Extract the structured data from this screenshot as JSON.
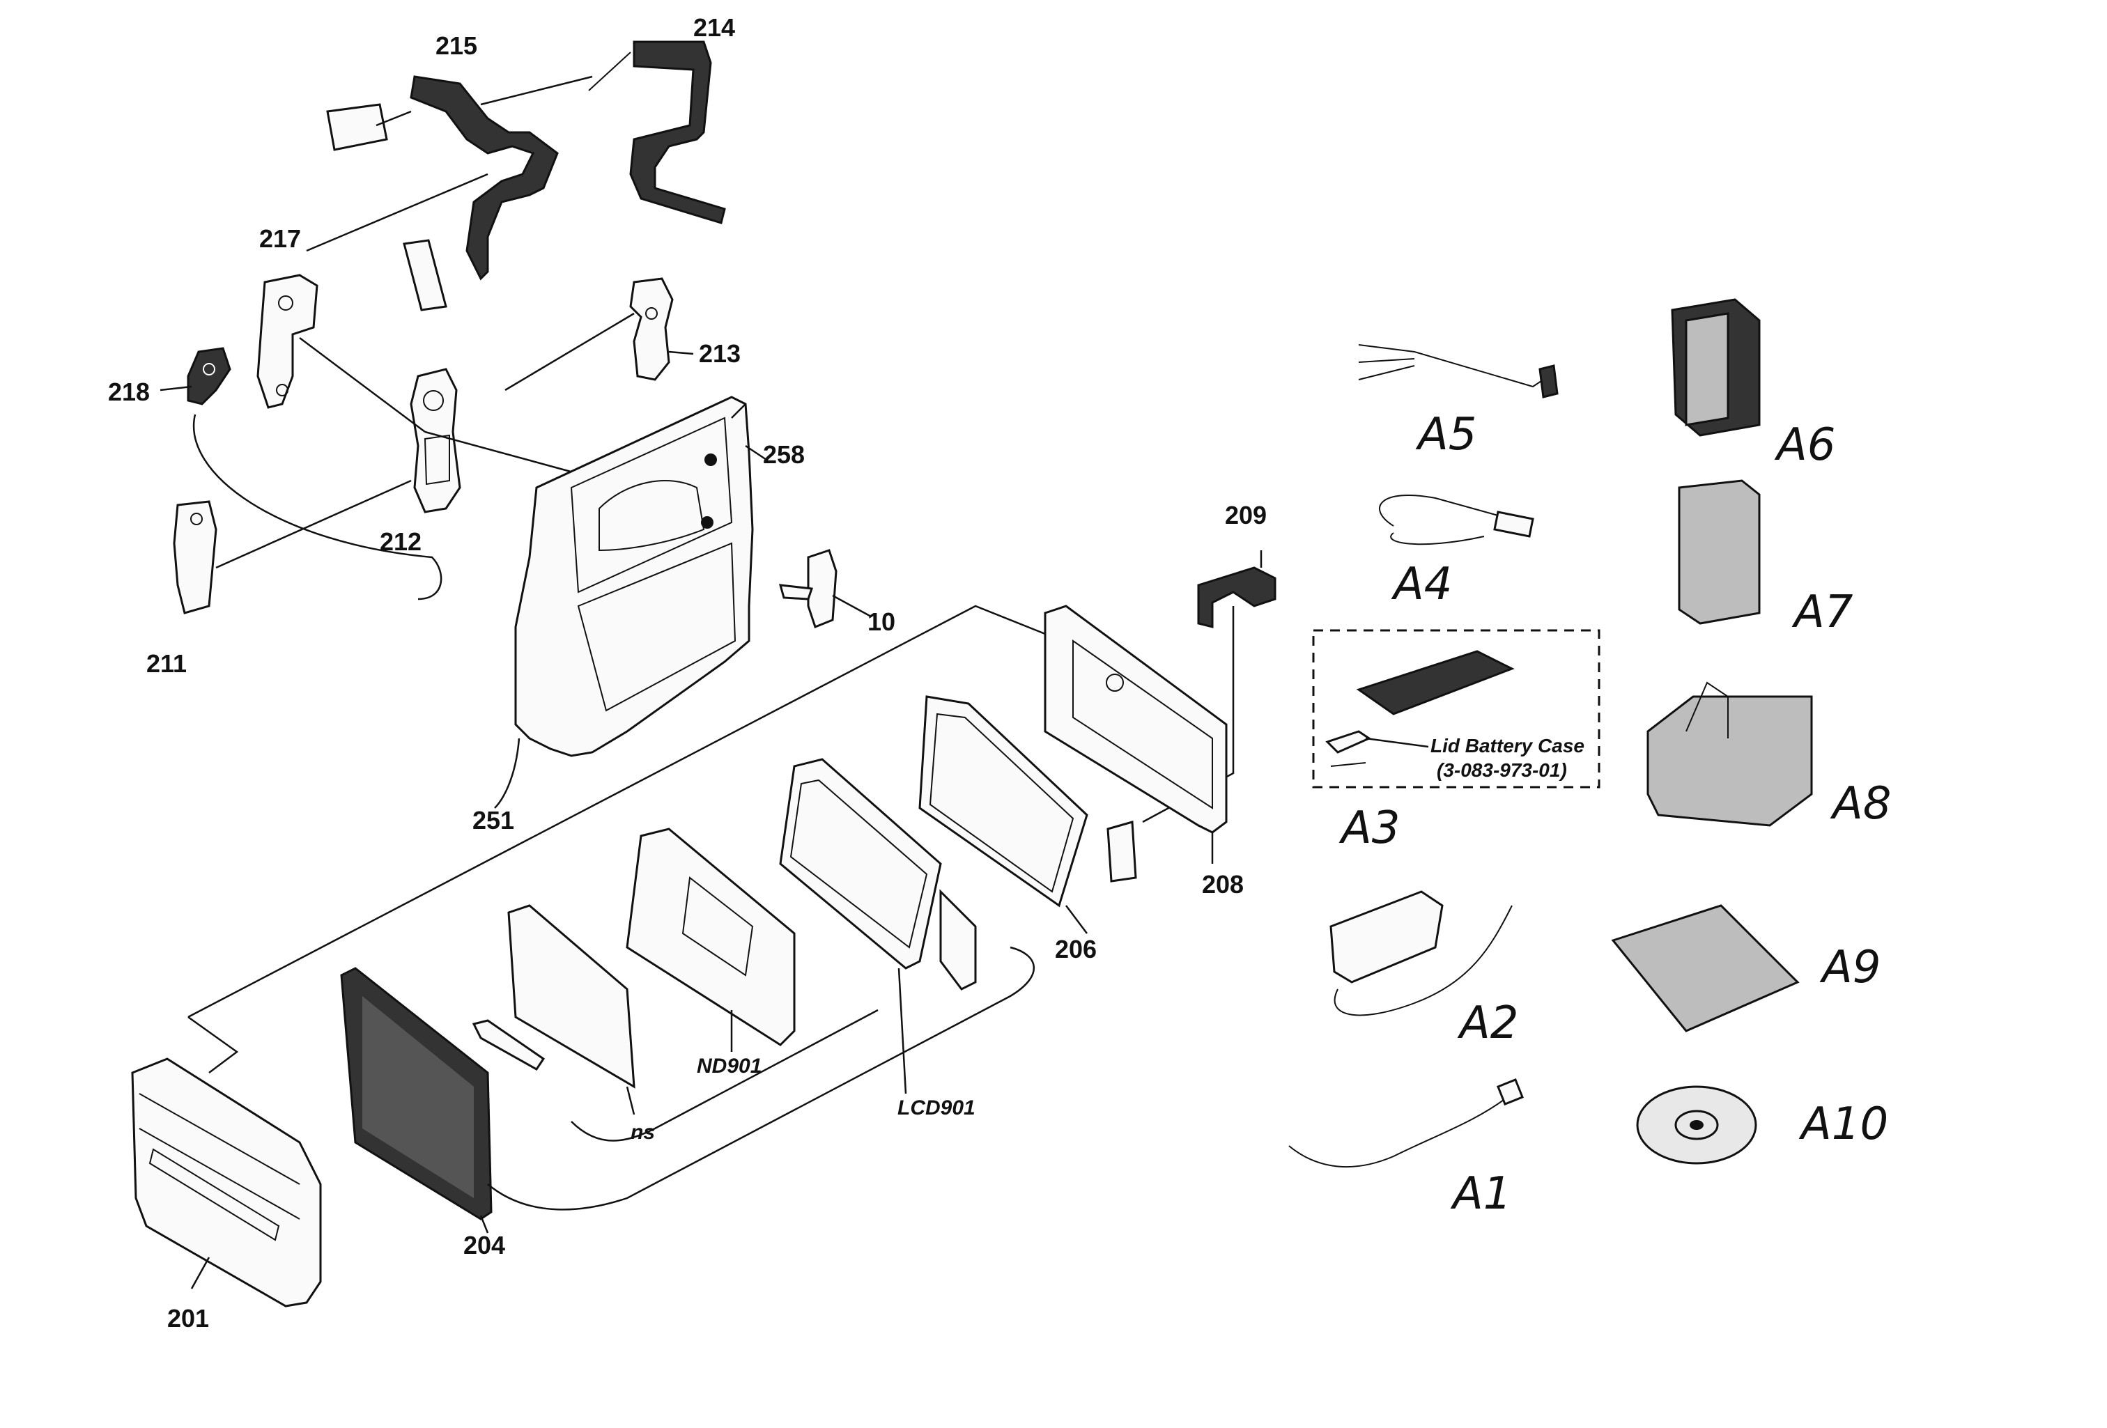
{
  "labels": {
    "p215": "215",
    "p214": "214",
    "p217": "217",
    "p213": "213",
    "p218": "218",
    "p258": "258",
    "p212": "212",
    "p209": "209",
    "p211": "211",
    "p10": "10",
    "p251": "251",
    "p208": "208",
    "p206": "206",
    "pND901": "ND901",
    "pLCD901": "LCD901",
    "pns": "ns",
    "p204": "204",
    "p201": "201"
  },
  "accessories": {
    "A1": "A1",
    "A2": "A2",
    "A3": "A3",
    "A4": "A4",
    "A5": "A5",
    "A6": "A6",
    "A7": "A7",
    "A8": "A8",
    "A9": "A9",
    "A10": "A10"
  },
  "a3_box": {
    "name": "Lid Battery Case",
    "part_no": "(3-083-973-01)"
  }
}
